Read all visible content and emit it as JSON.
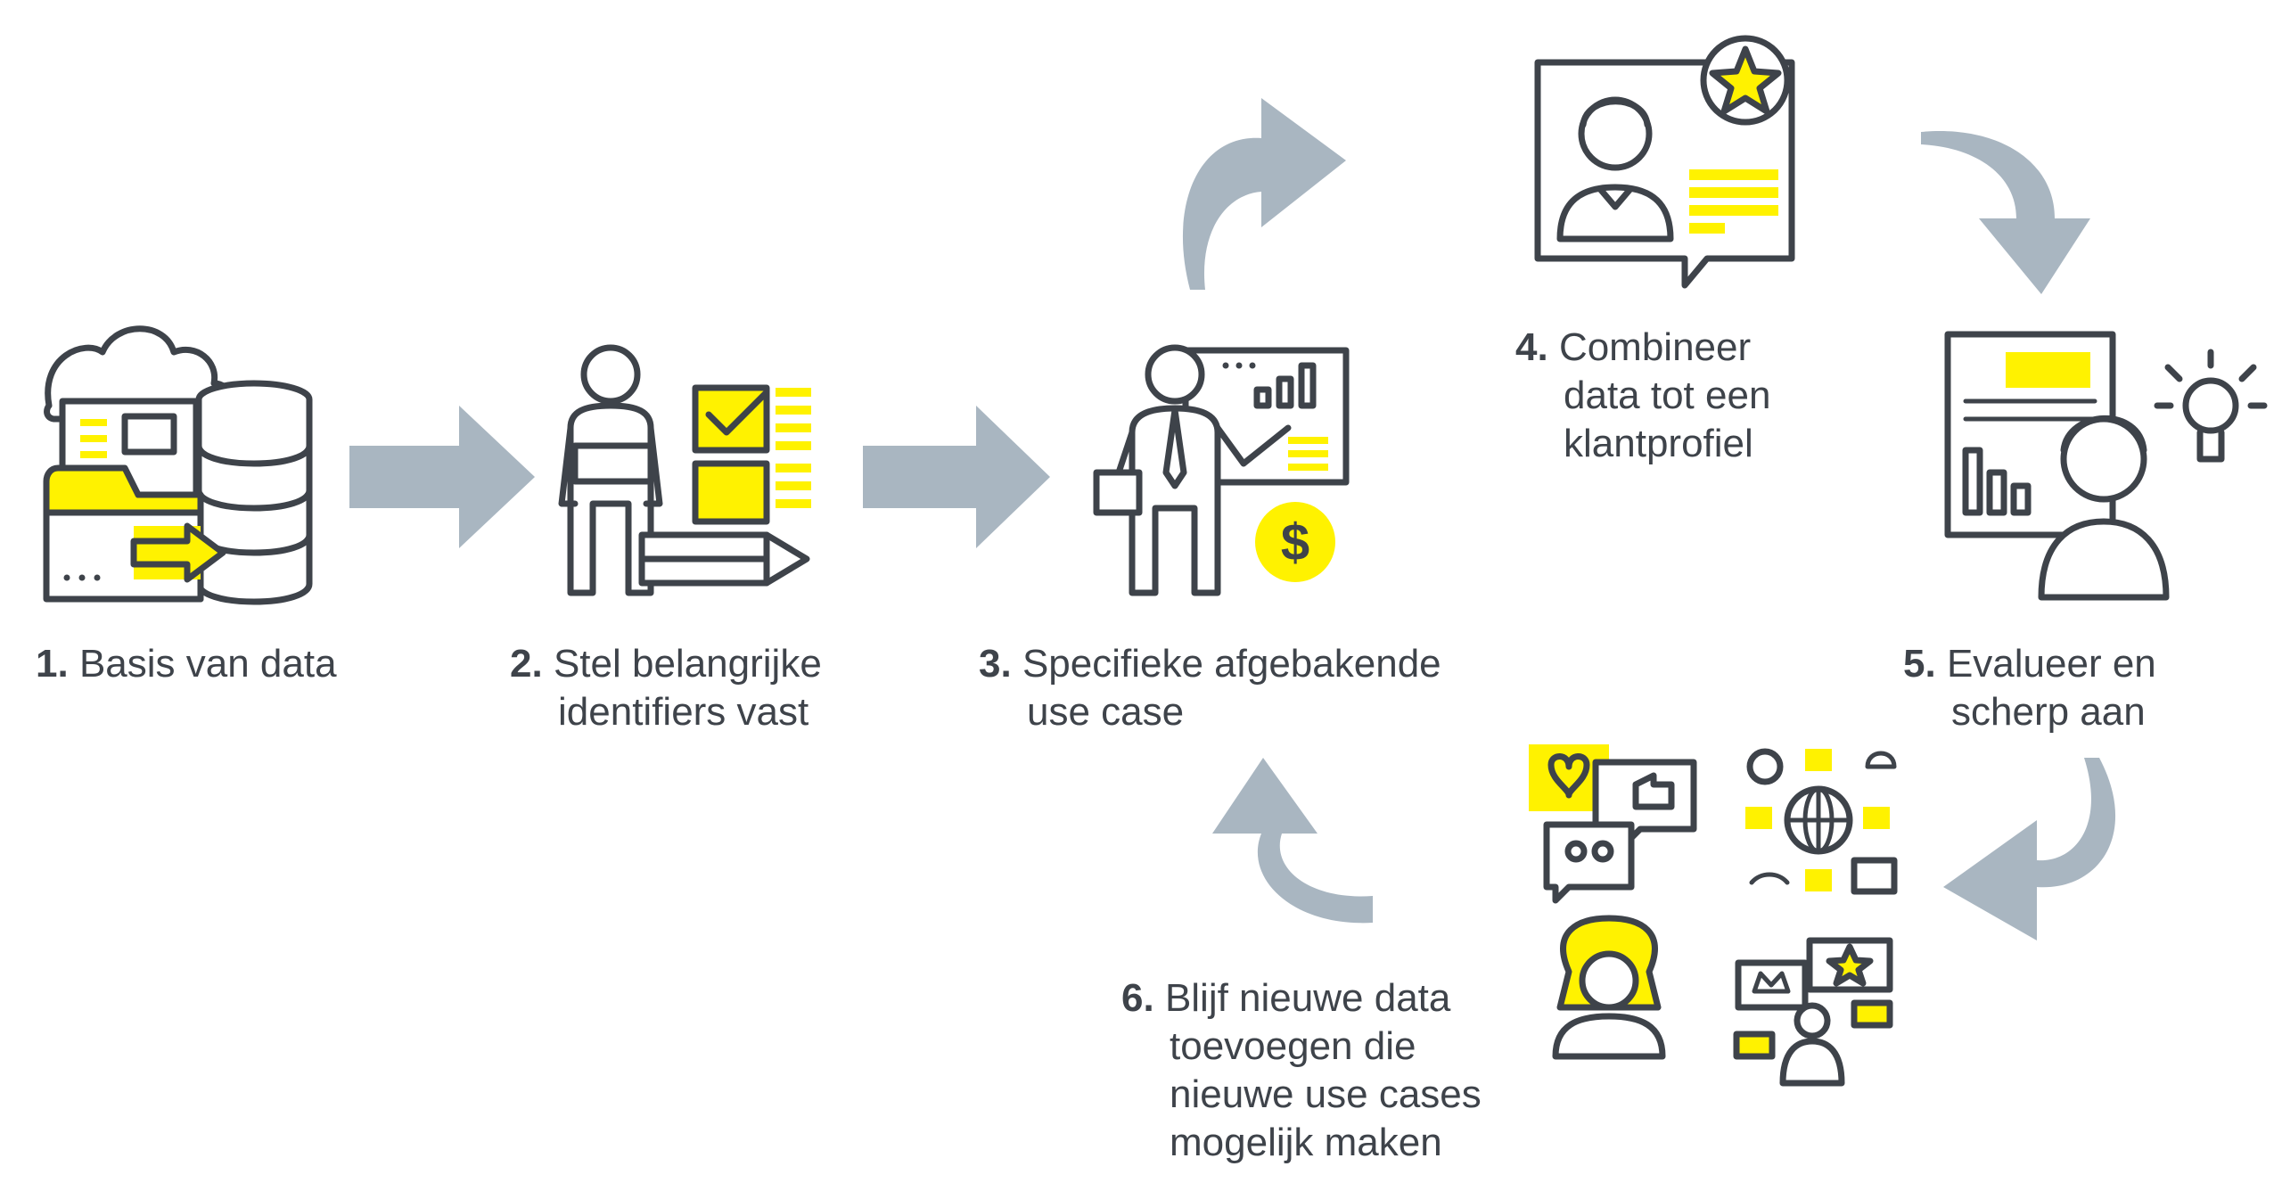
{
  "colors": {
    "accent": "#fff200",
    "arrow": "#a9b6c1",
    "line": "#3e434a"
  },
  "steps": [
    {
      "num": "1.",
      "line1": "Basis van data",
      "line2": "",
      "line3": "",
      "line4": ""
    },
    {
      "num": "2.",
      "line1": "Stel belangrijke",
      "line2": "identifiers vast",
      "line3": "",
      "line4": ""
    },
    {
      "num": "3.",
      "line1": "Specifieke afgebakende",
      "line2": "use case",
      "line3": "",
      "line4": ""
    },
    {
      "num": "4.",
      "line1": "Combineer",
      "line2": "data tot een",
      "line3": "klantprofiel",
      "line4": ""
    },
    {
      "num": "5.",
      "line1": "Evalueer en",
      "line2": "scherp aan",
      "line3": "",
      "line4": ""
    },
    {
      "num": "6.",
      "line1": "Blijf nieuwe data",
      "line2": "toevoegen die",
      "line3": "nieuwe use cases",
      "line4": "mogelijk maken"
    }
  ],
  "icons": {
    "database": "database-folder-icon",
    "planner": "person-checklist-icon",
    "presenter": "presenter-board-icon",
    "profile": "customer-profile-card-icon",
    "evaluate": "person-report-idea-icon",
    "social": "social-media-icon",
    "network": "network-globe-icon",
    "support": "support-agent-icon",
    "feedback": "customer-feedback-icon",
    "currency": "$"
  }
}
